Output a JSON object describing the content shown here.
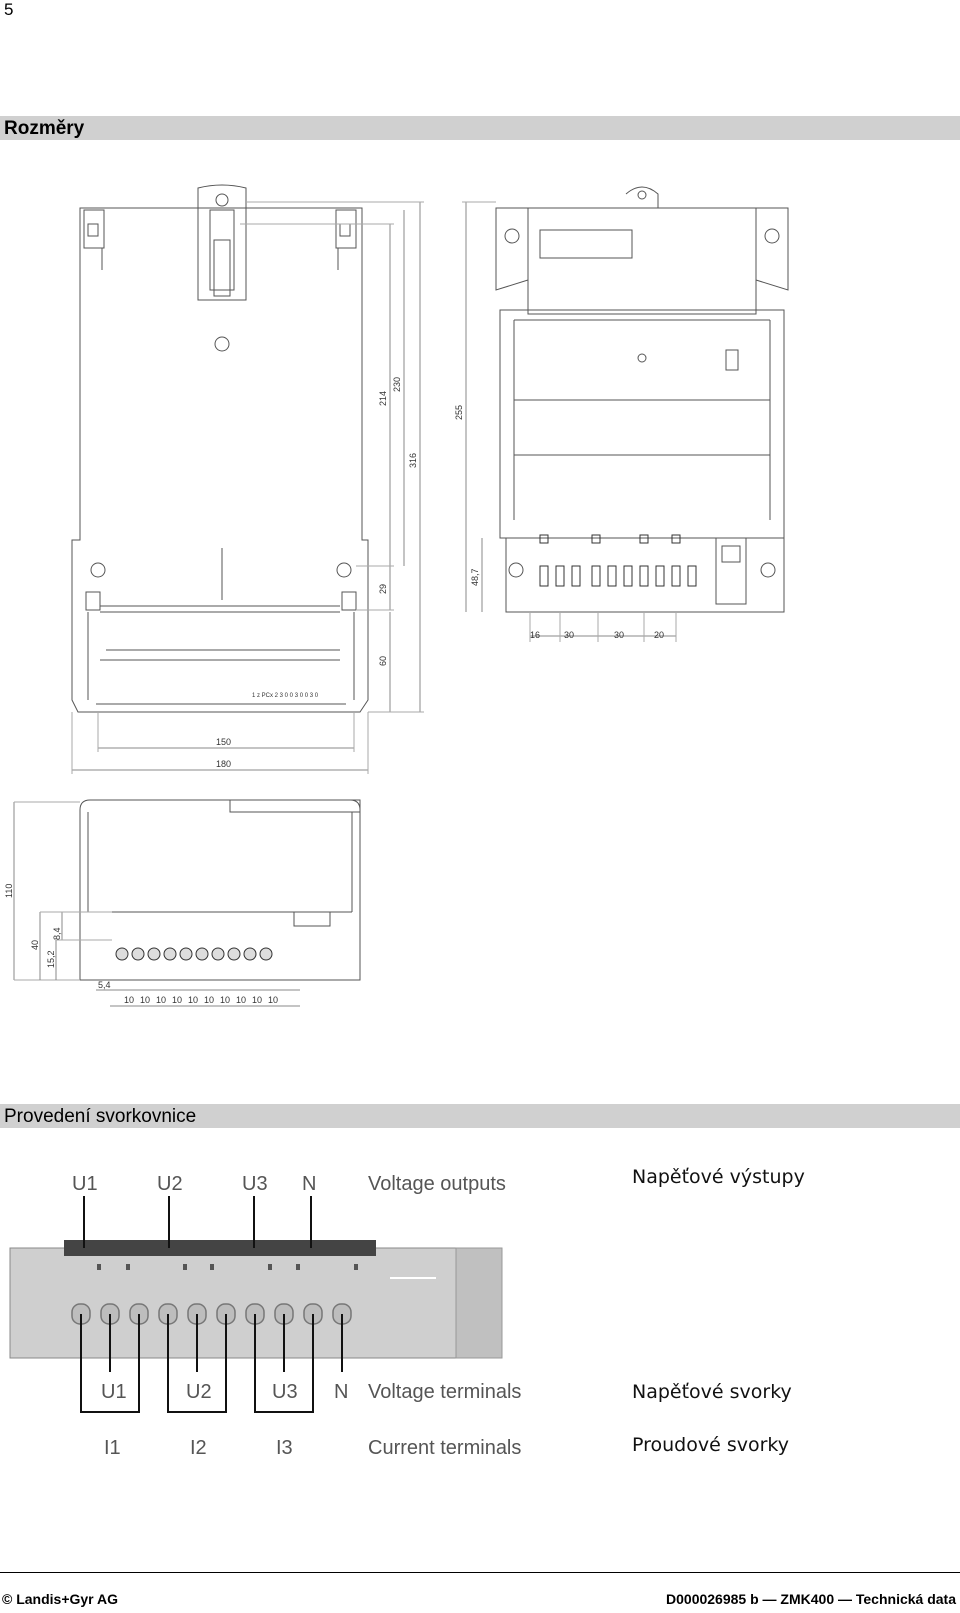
{
  "page_number": "5",
  "sections": {
    "dimensions_title": "Rozměry",
    "terminal_title": "Provedení svorkovnice"
  },
  "drawing": {
    "dims_vertical_left": [
      "214",
      "230",
      "316",
      "29",
      "60"
    ],
    "dim_255": "255",
    "dim_48": "48,7",
    "dims_width": [
      "150",
      "180"
    ],
    "dims_bottom_right": [
      "16",
      "30",
      "30",
      "20"
    ],
    "dim_110": "110",
    "dims_side": [
      "40",
      "8,4",
      "15,2",
      "5,4"
    ],
    "dims_terminal_pitch": [
      "10",
      "10",
      "10",
      "10",
      "10",
      "10",
      "10",
      "10",
      "10",
      "10"
    ],
    "module_label": "1   z PCx   2 3 0 0 3 0 0 3 0"
  },
  "terminal_diagram": {
    "voltage_output_labels": [
      "U1",
      "U2",
      "U3",
      "N"
    ],
    "voltage_outputs_en": "Voltage outputs",
    "voltage_terminal_labels": [
      "U1",
      "U2",
      "U3",
      "N"
    ],
    "voltage_terminals_en": "Voltage terminals",
    "current_labels": [
      "I1",
      "I2",
      "I3"
    ],
    "current_terminals_en": "Current terminals"
  },
  "czech_labels": {
    "voltage_outputs": "Napěťové výstupy",
    "voltage_terminals": "Napěťové svorky",
    "current_terminals": "Proudové svorky"
  },
  "footer": {
    "left": "© Landis+Gyr AG",
    "right": "D000026985 b — ZMK400 — Technická data"
  }
}
